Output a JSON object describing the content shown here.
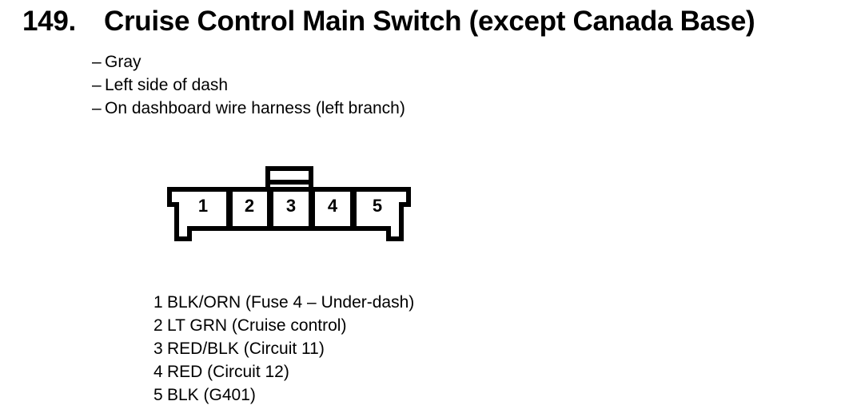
{
  "header": {
    "number": "149.",
    "title": "Cruise Control Main Switch (except Canada Base)"
  },
  "details": [
    {
      "marker": "–",
      "text": "Gray"
    },
    {
      "marker": "–",
      "text": "Left side of dash"
    },
    {
      "marker": "–",
      "text": "On dashboard wire harness (left branch)"
    }
  ],
  "connector": {
    "description": "5-cavity connector, front view, lock tab on top of cavity 3",
    "line_color": "#000000",
    "pins": [
      "1",
      "2",
      "3",
      "4",
      "5"
    ]
  },
  "pin_list": [
    {
      "num": "1",
      "label": "BLK/ORN (Fuse 4 – Under-dash)"
    },
    {
      "num": "2",
      "label": "LT GRN (Cruise control)"
    },
    {
      "num": "3",
      "label": "RED/BLK (Circuit 11)"
    },
    {
      "num": "4",
      "label": "RED (Circuit 12)"
    },
    {
      "num": "5",
      "label": "BLK (G401)"
    }
  ]
}
